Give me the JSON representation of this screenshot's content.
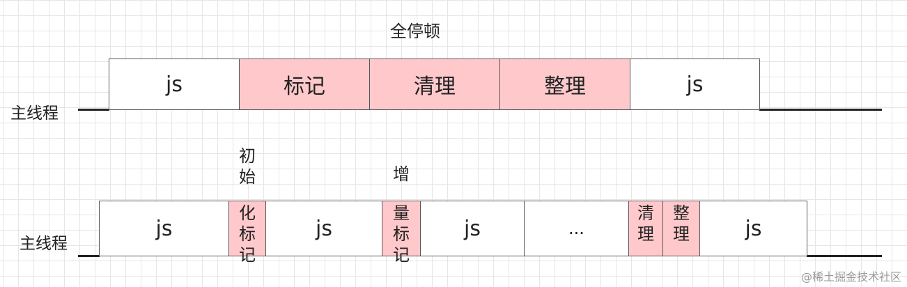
{
  "top": {
    "title": "全停顿",
    "track_label": "主线程",
    "blocks": [
      {
        "label": "js",
        "highlight": false
      },
      {
        "label": "标记",
        "highlight": true
      },
      {
        "label": "清理",
        "highlight": true
      },
      {
        "label": "整理",
        "highlight": true
      },
      {
        "label": "js",
        "highlight": false
      }
    ]
  },
  "bottom": {
    "track_label": "主线程",
    "above_labels": [
      {
        "chars": [
          "初",
          "始"
        ]
      },
      {
        "chars": [
          "增"
        ]
      }
    ],
    "blocks": [
      {
        "label": "js"
      },
      {
        "chars": [
          "化",
          "标",
          "记"
        ]
      },
      {
        "label": "js"
      },
      {
        "chars": [
          "量",
          "标",
          "记"
        ]
      },
      {
        "label": "js"
      },
      {
        "label": "..."
      },
      {
        "chars": [
          "清",
          "理"
        ]
      },
      {
        "chars": [
          "整",
          "理"
        ]
      },
      {
        "label": "js"
      }
    ]
  },
  "colors": {
    "highlight": "#ffc9cc",
    "line": "#222222"
  },
  "watermark": "@稀土掘金技术社区"
}
